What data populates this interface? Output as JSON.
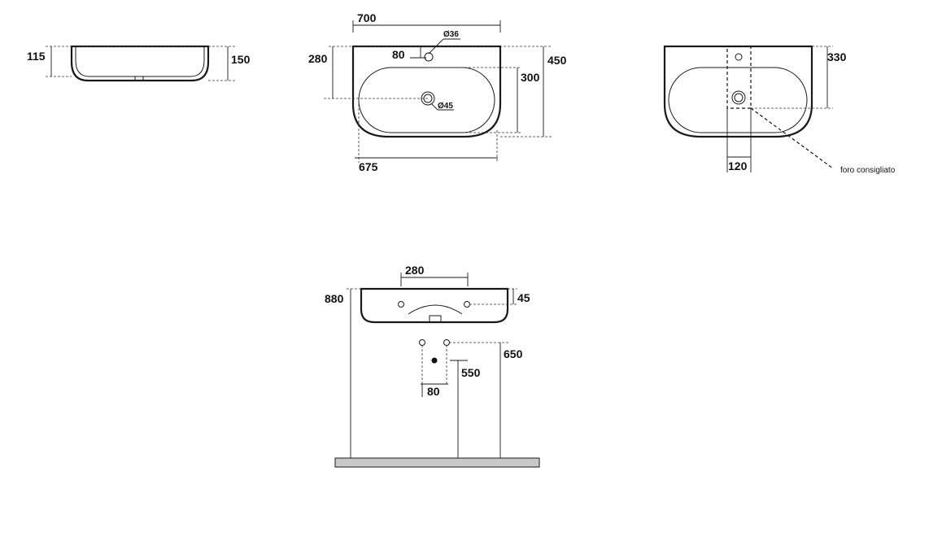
{
  "views": {
    "side": {
      "width_dim": "115",
      "height_dim": "150"
    },
    "top": {
      "width_dim": "700",
      "tap_offset_dim": "80",
      "tap_hole_dim": "Ø36",
      "depth_dim": "280",
      "total_depth_dim": "450",
      "bowl_depth_dim": "300",
      "drain_dim": "Ø45",
      "inner_width_dim": "675"
    },
    "back": {
      "height_dim": "330",
      "hole_spacing_dim": "120",
      "note": "foro consigliato"
    },
    "wall": {
      "fixing_spacing_dim": "280",
      "top_height_dim": "880",
      "rim_dim": "45",
      "supply_height_dim": "650",
      "waste_height_dim": "550",
      "supply_spacing_dim": "80"
    }
  }
}
